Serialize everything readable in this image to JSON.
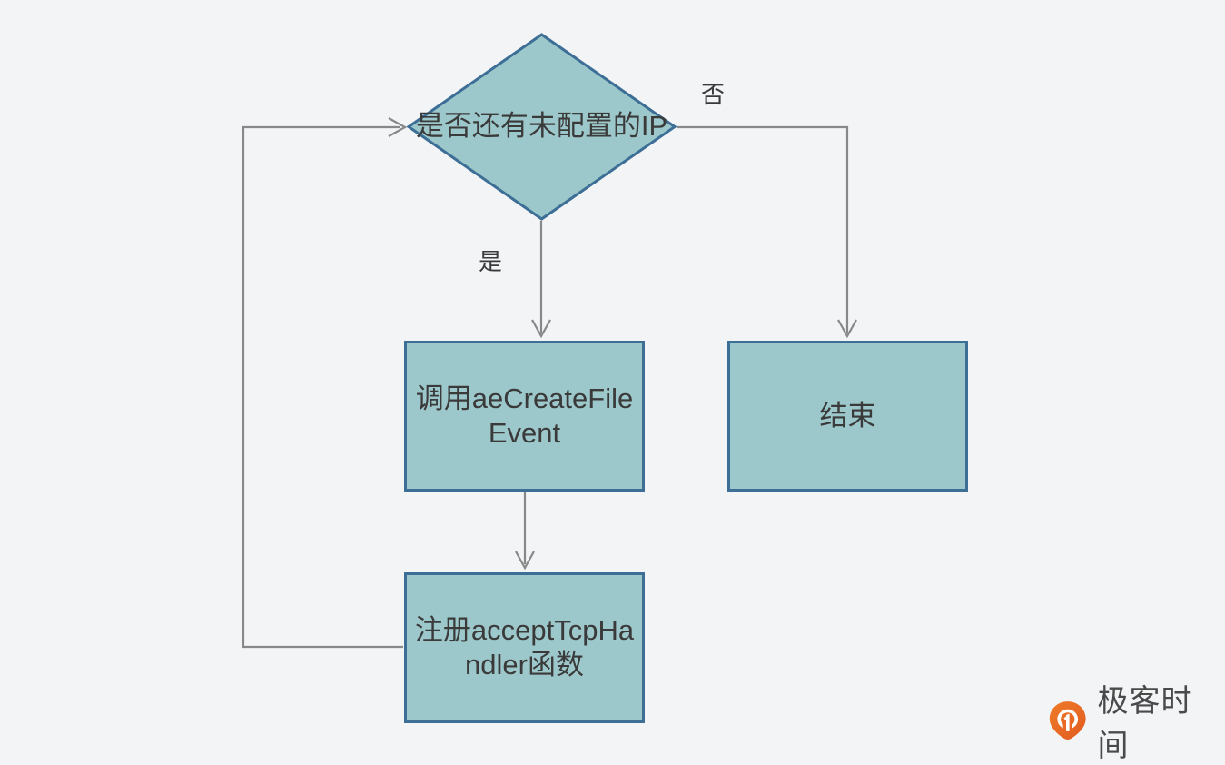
{
  "diagram": {
    "type": "flowchart",
    "title": "",
    "background_color": "#f2f4f6",
    "node_fill_color": "#9dc8cb",
    "node_border_color": "#3d6f96",
    "text_color": "#3a3a3a",
    "connector_color": "#888888",
    "nodes": [
      {
        "id": "decision",
        "shape": "diamond",
        "label": "是否还有未配置的IP",
        "lines": [
          "是否还",
          "有未配",
          "置的IP"
        ]
      },
      {
        "id": "call",
        "shape": "rectangle",
        "label": "调用aeCreateFileEvent",
        "lines": [
          "调用",
          "aeCreateFile",
          "Event"
        ]
      },
      {
        "id": "register",
        "shape": "rectangle",
        "label": "注册acceptTcpHandler函数",
        "lines": [
          "注册",
          "acceptTcpHa",
          "ndler函数"
        ]
      },
      {
        "id": "end",
        "shape": "rectangle",
        "label": "结束",
        "lines": [
          "结束"
        ]
      }
    ],
    "edges": [
      {
        "from": "decision",
        "to": "call",
        "label": "是"
      },
      {
        "from": "decision",
        "to": "end",
        "label": "否"
      },
      {
        "from": "call",
        "to": "register",
        "label": ""
      },
      {
        "from": "register",
        "to": "decision",
        "label": ""
      }
    ],
    "edge_labels": {
      "no": "否",
      "yes": "是"
    }
  },
  "watermark": {
    "brand": "极客时间",
    "logo_color": "#e8632a",
    "logo_icon": "geektime-pin-icon"
  }
}
